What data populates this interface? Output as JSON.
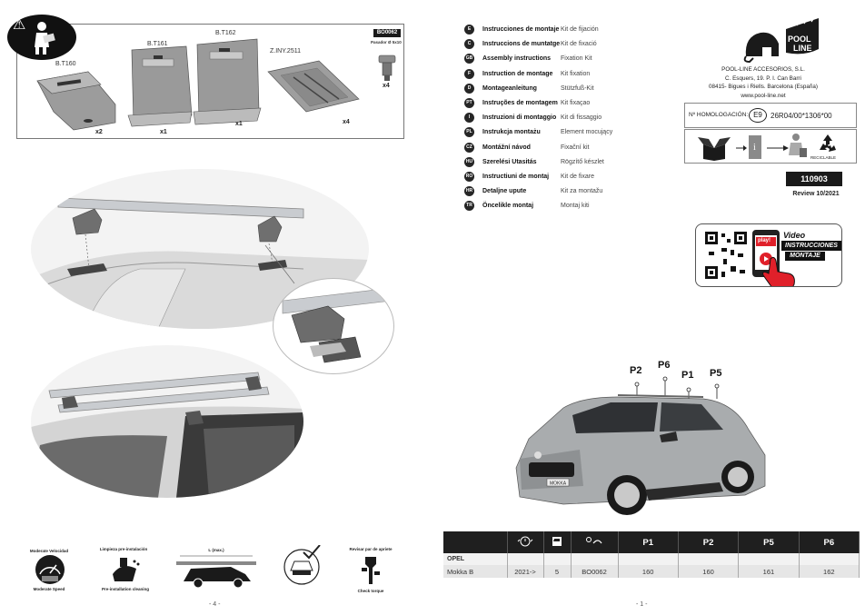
{
  "left_page": {
    "parts": {
      "kit_code": "BO0062",
      "kit_sub": "Pasador Ø 5x10",
      "items": [
        {
          "code": "B.T160",
          "qty": "x2"
        },
        {
          "code": "B.T161",
          "qty": "x1"
        },
        {
          "code": "B.T162",
          "qty": "x1"
        },
        {
          "code": "Z.INY.2511",
          "qty": "x4"
        },
        {
          "code": "",
          "qty": "x4"
        }
      ]
    },
    "bottom_icons": [
      {
        "name": "speed",
        "top_caption": "Moderate Velocidad",
        "bottom_caption": "Moderate Speed"
      },
      {
        "name": "cleaning",
        "top_caption": "Limpieza pre-instalación",
        "bottom_caption": "Pre-installation cleaning"
      },
      {
        "name": "length",
        "top_caption": "L (max.)",
        "bottom_caption": ""
      },
      {
        "name": "trunk",
        "top_caption": "",
        "bottom_caption": ""
      },
      {
        "name": "torque",
        "top_caption": "Revisar par de apriete",
        "bottom_caption": "Check torque"
      }
    ],
    "page_number": "- 4 -"
  },
  "right_page": {
    "languages": [
      {
        "code": "E",
        "title": "Instrucciones de montaje",
        "value": "Kit de fijación"
      },
      {
        "code": "C",
        "title": "Instruccions de muntatge",
        "value": "Kit de fixació"
      },
      {
        "code": "GB",
        "title": "Assembly instructions",
        "value": "Fixation Kit"
      },
      {
        "code": "F",
        "title": "Instruction de montage",
        "value": "Kit fixation"
      },
      {
        "code": "D",
        "title": "Montageanleitung",
        "value": "Stützfuß-Kit"
      },
      {
        "code": "PT",
        "title": "Instruções de montagem",
        "value": "Kit fixaçao"
      },
      {
        "code": "I",
        "title": "Instruzioni di montaggio",
        "value": "Kit di fissaggio"
      },
      {
        "code": "PL",
        "title": "Instrukcja montażu",
        "value": "Element mocujący"
      },
      {
        "code": "CZ",
        "title": "Montážní návod",
        "value": "Fixační kit"
      },
      {
        "code": "HU",
        "title": "Szerelési Utasitás",
        "value": "Rögzítő készlet"
      },
      {
        "code": "RO",
        "title": "Instructiuni de montaj",
        "value": "Kit de fixare"
      },
      {
        "code": "HR",
        "title": "Detaljne upute",
        "value": "Kit za montažu"
      },
      {
        "code": "TR",
        "title": "Öncelikle montaj",
        "value": "Montaj kiti"
      }
    ],
    "brand": {
      "logo_line1": "POOL",
      "logo_line2": "LINE",
      "company": "POOL-LINE ACCESORIOS, S.L.",
      "address1": "C. Esquers, 19. P. I. Can Barri",
      "address2": "08415- Bigues i Riells. Barcelona (España)",
      "website": "www.pool-line.net"
    },
    "homologation": {
      "label": "Nº HOMOLOGACIÓN:",
      "mark": "E9",
      "number": "26R04/00*1306*00"
    },
    "recyclable_label": "RECICLABLE",
    "product_code": "110903",
    "review": "Review 10/2021",
    "video": {
      "line1": "Video",
      "line2": "INSTRUCCIONES",
      "line3": "MONTAJE",
      "play": "play!"
    },
    "positions": [
      "P2",
      "P6",
      "P1",
      "P5"
    ],
    "car_plate": "MOKKA",
    "table": {
      "headers": [
        "",
        "",
        "",
        "",
        "P1",
        "P2",
        "P5",
        "P6"
      ],
      "brand": "OPEL",
      "row": {
        "model": "Mokka B",
        "year": "2021->",
        "doors": "5",
        "kit": "BO0062",
        "p1": "160",
        "p2": "160",
        "p5": "161",
        "p6": "162"
      }
    },
    "page_number": "- 1 -"
  },
  "colors": {
    "dark": "#1a1a1a",
    "rack": "#c9ccd0",
    "car": "#a9acae",
    "play_red": "#e0202a"
  }
}
